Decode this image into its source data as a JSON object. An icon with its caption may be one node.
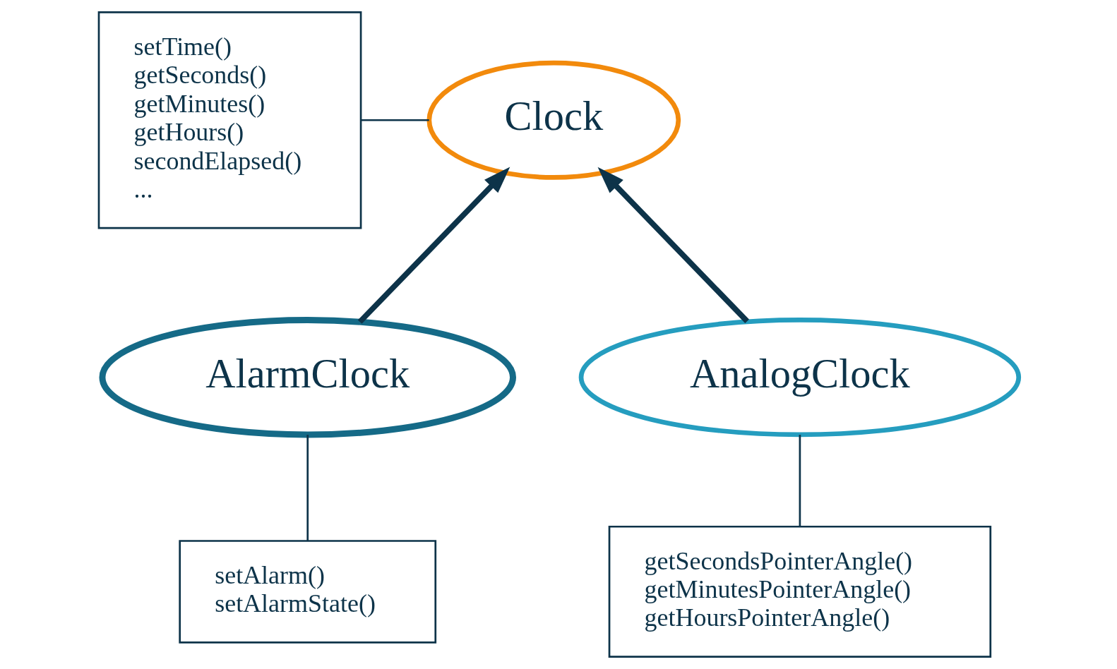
{
  "diagram": {
    "nodes": [
      {
        "text": [
          "Clock"
        ]
      },
      {
        "text": [
          "AlarmClock"
        ]
      },
      {
        "text": [
          "AnalogClock"
        ]
      },
      {
        "text": [
          "setTime()",
          "getSeconds()",
          "getMinutes()",
          "getHours()",
          "secondElapsed()",
          "..."
        ]
      },
      {
        "text": [
          "setAlarm()",
          "setAlarmState()"
        ]
      },
      {
        "text": [
          "getSecondsPointerAngle()",
          "getMinutesPointerAngle()",
          "getHoursPointerAngle()"
        ]
      }
    ],
    "edges": [
      {
        "from": 1,
        "to": 0,
        "arrow": "to",
        "style": "thick"
      },
      {
        "from": 2,
        "to": 0,
        "arrow": "to",
        "style": "thick"
      },
      {
        "from": 3,
        "to": 0,
        "arrow": "none"
      },
      {
        "from": 4,
        "to": 1,
        "arrow": "none"
      },
      {
        "from": 5,
        "to": 2,
        "arrow": "none"
      }
    ]
  }
}
